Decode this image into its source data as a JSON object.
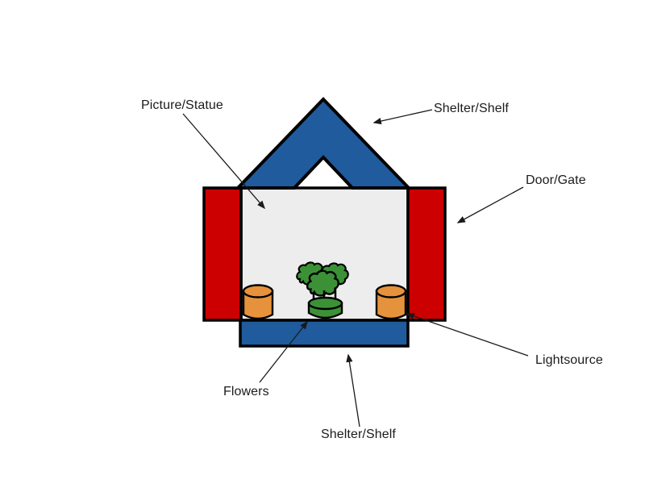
{
  "labels": {
    "picture_statue": "Picture/Statue",
    "shelter_shelf_top": "Shelter/Shelf",
    "door_gate": "Door/Gate",
    "lightsource": "Lightsource",
    "flowers": "Flowers",
    "shelter_shelf_bottom": "Shelter/Shelf"
  },
  "colors": {
    "roof_blue": "#1f5b9d",
    "shelf_blue": "#1f5b9d",
    "door_red": "#cc0000",
    "pot_orange": "#e6923c",
    "plant_green": "#3c9136",
    "interior_gray": "#ededed",
    "arrow": "#1a1a1a"
  }
}
